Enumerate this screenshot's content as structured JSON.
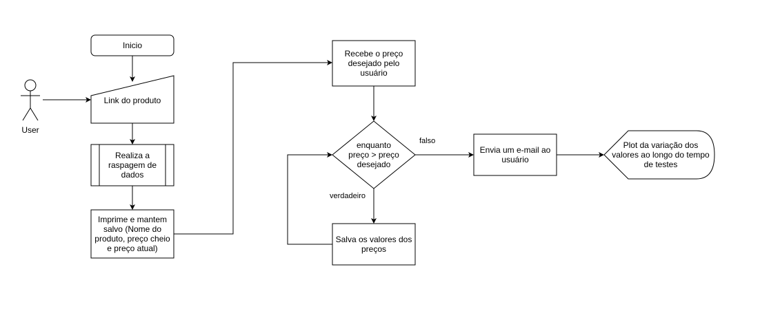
{
  "nodes": {
    "start": "Inicio",
    "user": "User",
    "link": "Link do produto",
    "scrape": "Realiza a\nraspagem de\ndados",
    "print_save": "Imprime e mantem\nsalvo (Nome do\nproduto, preço cheio\ne preço atual)",
    "receive_price": "Recebe o preço\ndesejado pelo\nusuário",
    "condition": "enquanto\npreço > preço\ndesejado",
    "save_values": "Salva os valores dos\npreços",
    "send_email": "Envia um e-mail ao\nusuário",
    "plot": "Plot da variação dos\nvalores ao longo do tempo\nde testes"
  },
  "edges": {
    "false_label": "falso",
    "true_label": "verdadeiro"
  },
  "colors": {
    "stroke": "#000000",
    "fill": "#ffffff"
  }
}
